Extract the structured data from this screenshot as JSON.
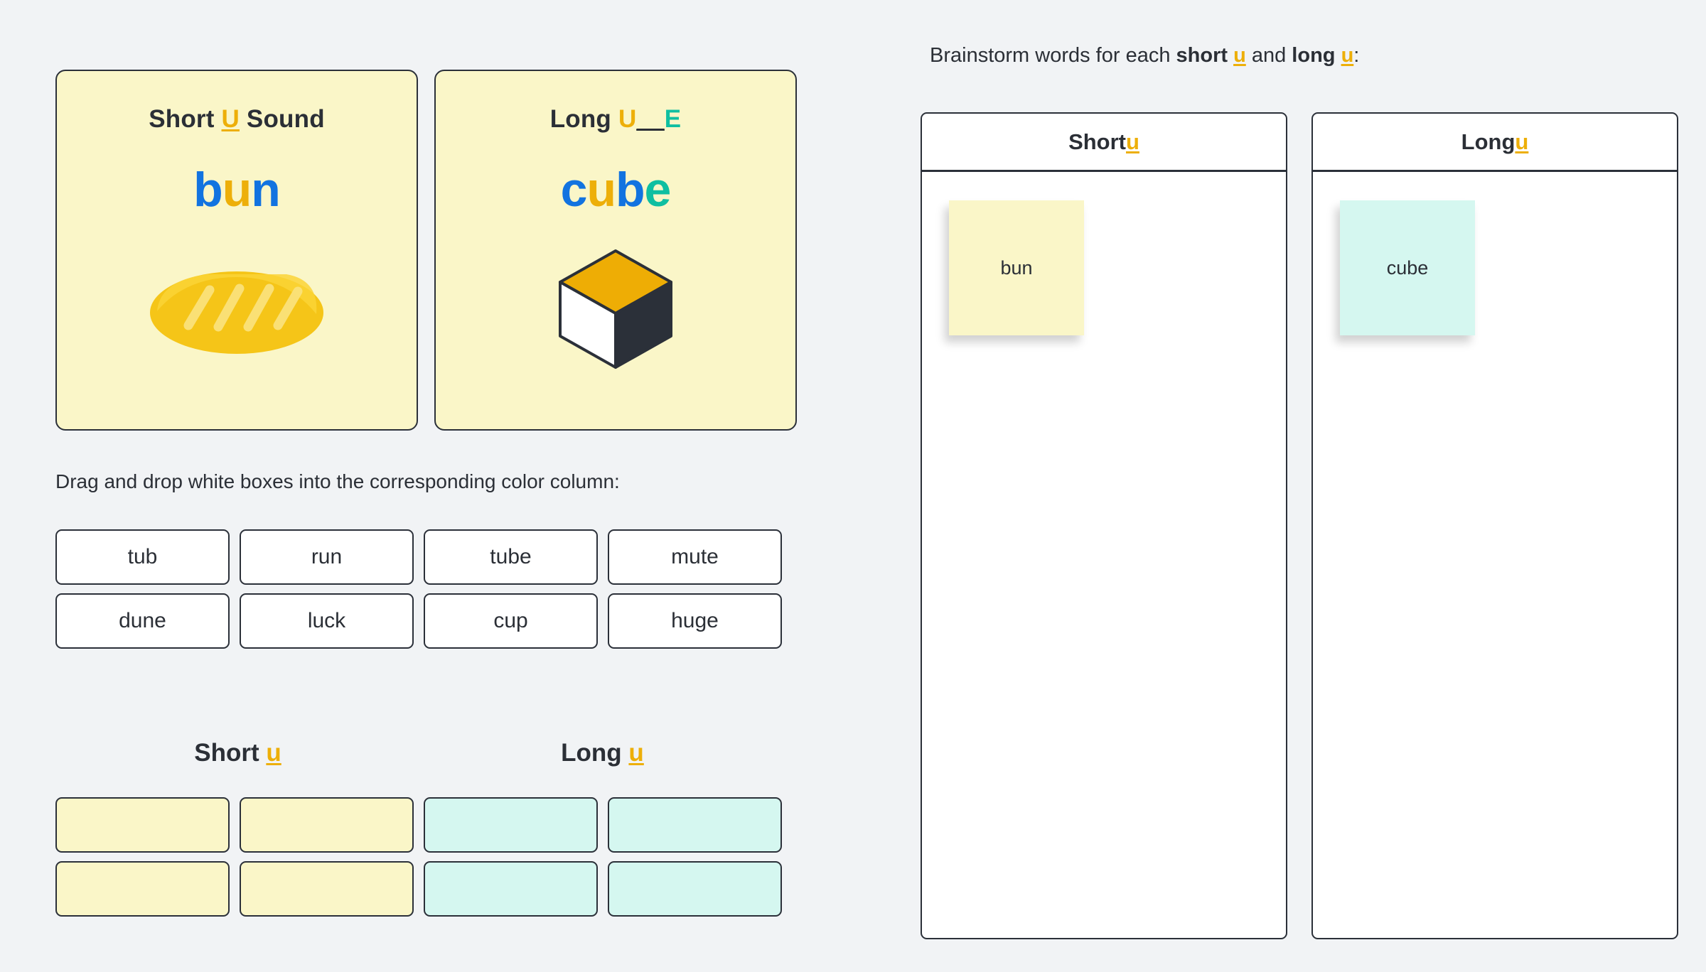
{
  "sound_cards": [
    {
      "name": "short-u",
      "title_prefix": "Short ",
      "title_letter": "U",
      "title_suffix": " Sound",
      "word_parts": [
        {
          "text": "b",
          "color": "blue"
        },
        {
          "text": "u",
          "color": "gold"
        },
        {
          "text": "n",
          "color": "blue"
        }
      ],
      "art": "bread-loaf-illustration"
    },
    {
      "name": "long-u",
      "title_prefix": "Long ",
      "title_letter": "U",
      "title_dashes": "__",
      "title_end": "E",
      "word_parts": [
        {
          "text": "c",
          "color": "blue"
        },
        {
          "text": "u",
          "color": "gold"
        },
        {
          "text": "b",
          "color": "blue"
        },
        {
          "text": "e",
          "color": "teal"
        }
      ],
      "art": "isometric-cube-illustration"
    }
  ],
  "dnd": {
    "instruction": "Drag and drop white boxes into the corresponding color column:",
    "tiles": [
      "tub",
      "run",
      "tube",
      "mute",
      "dune",
      "luck",
      "cup",
      "huge"
    ],
    "column_labels": [
      {
        "text": "Short ",
        "letter": "u"
      },
      {
        "text": "Long ",
        "letter": "u"
      }
    ],
    "drop_zone_count_per_column": 4
  },
  "brainstorm": {
    "prompt": {
      "lead": "Brainstorm words for each ",
      "bold1": "short",
      "u1": "u",
      "mid": " and ",
      "bold2": "long",
      "u2": "u",
      "tail": ":"
    },
    "columns": [
      {
        "header_text": "Short ",
        "header_letter": "u",
        "notes": [
          {
            "label": "bun",
            "color": "yellow"
          }
        ]
      },
      {
        "header_text": "Long ",
        "header_letter": "u",
        "notes": [
          {
            "label": "cube",
            "color": "mint"
          }
        ]
      }
    ]
  },
  "colors": {
    "background": "#f1f3f5",
    "ink": "#2b2f36",
    "gold": "#edaf09",
    "blue": "#1273e0",
    "teal": "#0fbfa1",
    "card_yellow": "#faf6c8",
    "card_mint": "#d5f7f0",
    "border": "#2b3039",
    "bread_fill": "#f5c518",
    "cube_top": "#eead05",
    "cube_left": "#ffffff",
    "cube_right": "#2b3039"
  }
}
